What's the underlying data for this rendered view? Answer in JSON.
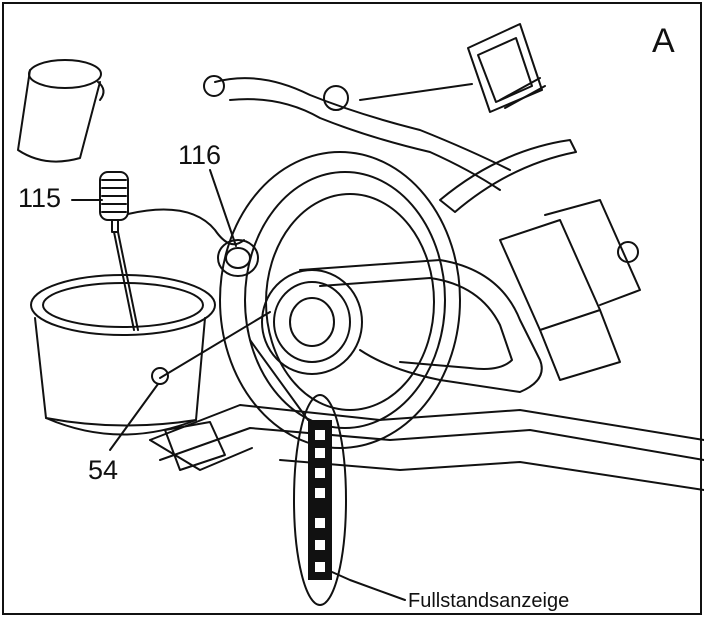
{
  "figure": {
    "panel_letter": "A",
    "callouts": [
      {
        "id": "116",
        "label": "116"
      },
      {
        "id": "115",
        "label": "115"
      },
      {
        "id": "54",
        "label": "54"
      }
    ],
    "indicator_label": "Fullstandsanzeige",
    "colors": {
      "line": "#111111",
      "background": "#ffffff",
      "fill_dark": "#111111"
    }
  }
}
